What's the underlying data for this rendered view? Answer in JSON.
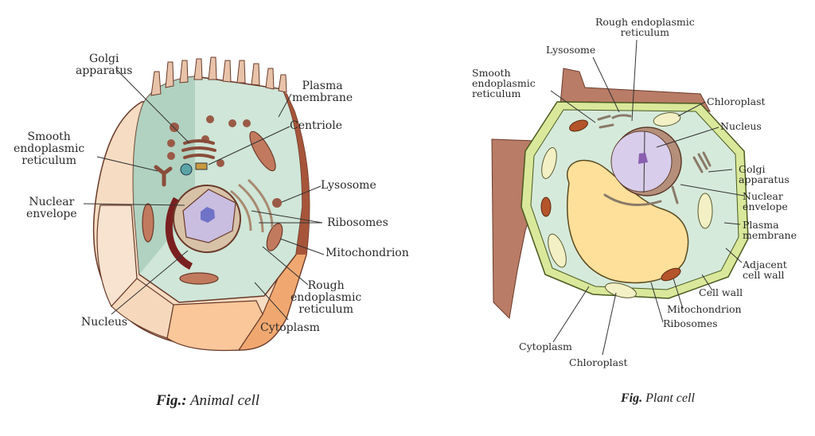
{
  "animal_cell": {
    "caption_prefix": "Fig.:",
    "caption_text": "Animal cell",
    "labels": {
      "golgi": "Golgi\napparatus",
      "smooth_er": "Smooth\nendoplasmic\nreticulum",
      "nuclear_envelope": "Nuclear\nenvelope",
      "nucleus": "Nucleus",
      "plasma_membrane": "Plasma\nmembrane",
      "centriole": "Centriole",
      "lysosome": "Lysosome",
      "ribosomes": "Ribosomes",
      "mitochondrion": "Mitochondrion",
      "rough_er": "Rough\nendoplasmic\nreticulum",
      "cytoplasm": "Cytoplasm"
    },
    "colors": {
      "cytoplasm": "#cfe6d8",
      "cytoplasm_shade": "#a9cdbb",
      "membrane": "#a6553a",
      "outer_layer": "#f6dcc2",
      "outer_layer_dark": "#f0a870",
      "nucleus": "#c9bde0",
      "nucleolus": "#6f73c7",
      "organelle": "#9a5a46"
    }
  },
  "plant_cell": {
    "caption_prefix": "Fig.",
    "caption_text": "Plant cell",
    "labels": {
      "rough_er": "Rough endoplasmic\nreticulum",
      "lysosome": "Lysosome",
      "smooth_er": "Smooth\nendoplasmic\nreticulum",
      "chloroplast_top": "Chloroplast",
      "nucleus": "Nucleus",
      "golgi": "Golgi\napparatus",
      "nuclear_envelope": "Nuclear\nenvelope",
      "plasma_membrane": "Plasma\nmembrane",
      "adjacent_cell_wall": "Adjacent\ncell wall",
      "cell_wall": "Cell wall",
      "mitochondrion": "Mitochondrion",
      "ribosomes": "Ribosomes",
      "cytoplasm": "Cytoplasm",
      "chloroplast_bottom": "Chloroplast"
    },
    "colors": {
      "cytoplasm": "#d6eadb",
      "cell_wall": "#d9e89a",
      "adjacent_wall": "#b97c66",
      "vacuole": "#ffe09a",
      "nucleus": "#d8cdea",
      "nucleolus": "#8a5fb0",
      "chloroplast": "#f2f0c4",
      "mitochondrion": "#b4542a"
    }
  }
}
